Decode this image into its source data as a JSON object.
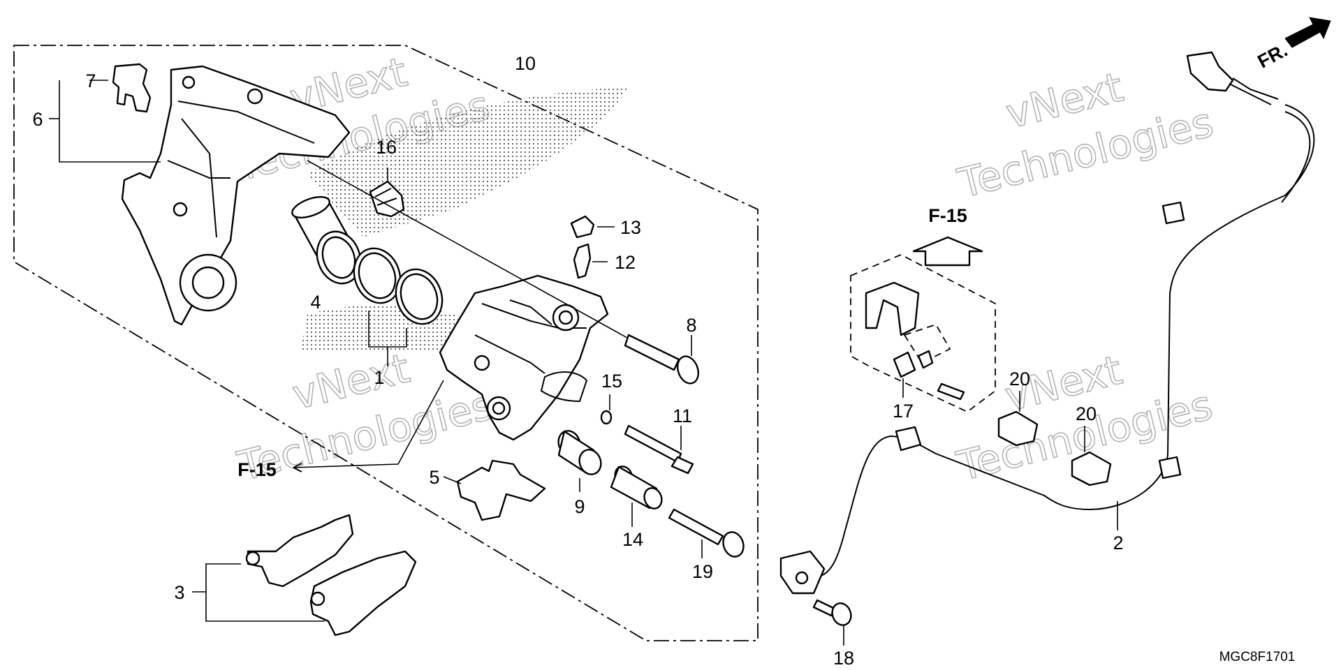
{
  "diagram": {
    "callouts": [
      "1",
      "2",
      "3",
      "4",
      "5",
      "6",
      "7",
      "8",
      "9",
      "10",
      "11",
      "12",
      "13",
      "14",
      "15",
      "16",
      "17",
      "18",
      "19",
      "20",
      "20"
    ],
    "refs": [
      "F-15",
      "F-15"
    ],
    "direction_label": "FR.",
    "part_code": "MGC8F1701",
    "watermark": {
      "line1": "vNext",
      "line2": "Technologies"
    }
  }
}
